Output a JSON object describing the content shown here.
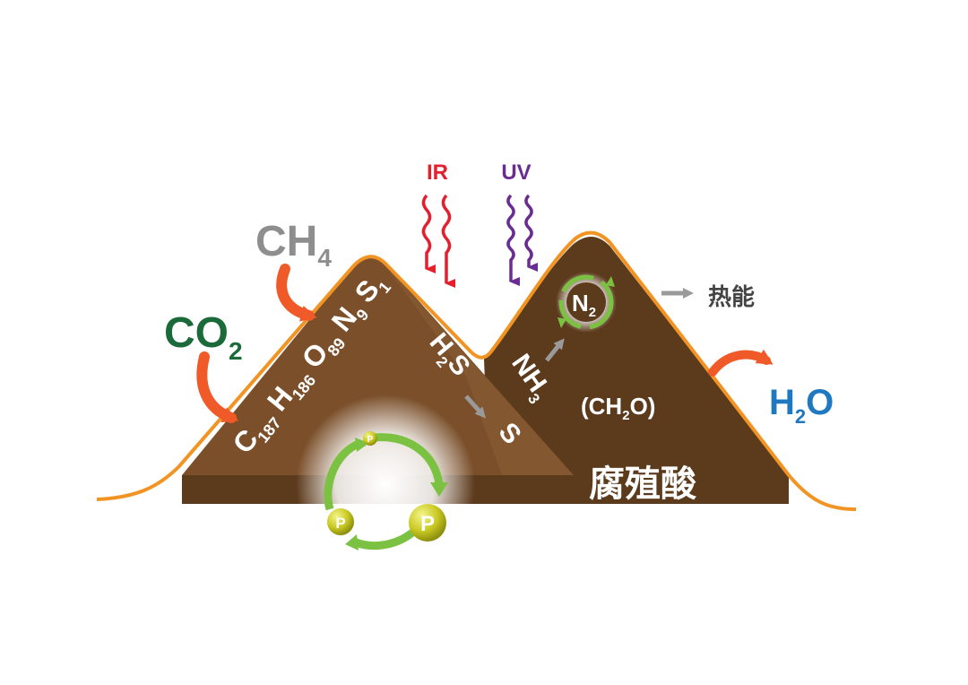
{
  "labels": {
    "ir": "IR",
    "uv": "UV",
    "ch4": {
      "main": "CH",
      "sub": "4"
    },
    "co2": {
      "main": "CO",
      "sub": "2"
    },
    "h2o": {
      "a": "H",
      "sub": "2",
      "b": "O"
    },
    "heat": "热能",
    "humic": "腐殖酸",
    "formula": {
      "c": "C",
      "c_sub": "187",
      "h": "H",
      "h_sub": "186",
      "o": "O",
      "o_sub": "89",
      "n": "N",
      "n_sub": "9",
      "s": "S",
      "s_sub": "1"
    },
    "h2s": {
      "a": "H",
      "sub": "2",
      "b": "S"
    },
    "s": "S",
    "nh3": {
      "a": "NH",
      "sub": "3"
    },
    "n2": {
      "a": "N",
      "sub": "2"
    },
    "ch2o": {
      "a": "(CH",
      "sub": "2",
      "b": "O)"
    },
    "phosphorus": {
      "large": "P",
      "small": "P",
      "tiny": "P"
    }
  },
  "colors": {
    "soil_dark": "#5c3a1c",
    "soil_mid": "#7a4f2a",
    "soil_light": "#8b5e34",
    "outline": "#f29423",
    "ir": "#e5202e",
    "uv": "#6a2c91",
    "ch4": "#8e8e8e",
    "co2": "#1b6b3a",
    "h2o": "#1f79c0",
    "arrow_orange": "#ef5a28",
    "arrow_gray": "#9a9a9a",
    "cycle_green": "#7cc242",
    "phosphorus": "#c8c823"
  }
}
